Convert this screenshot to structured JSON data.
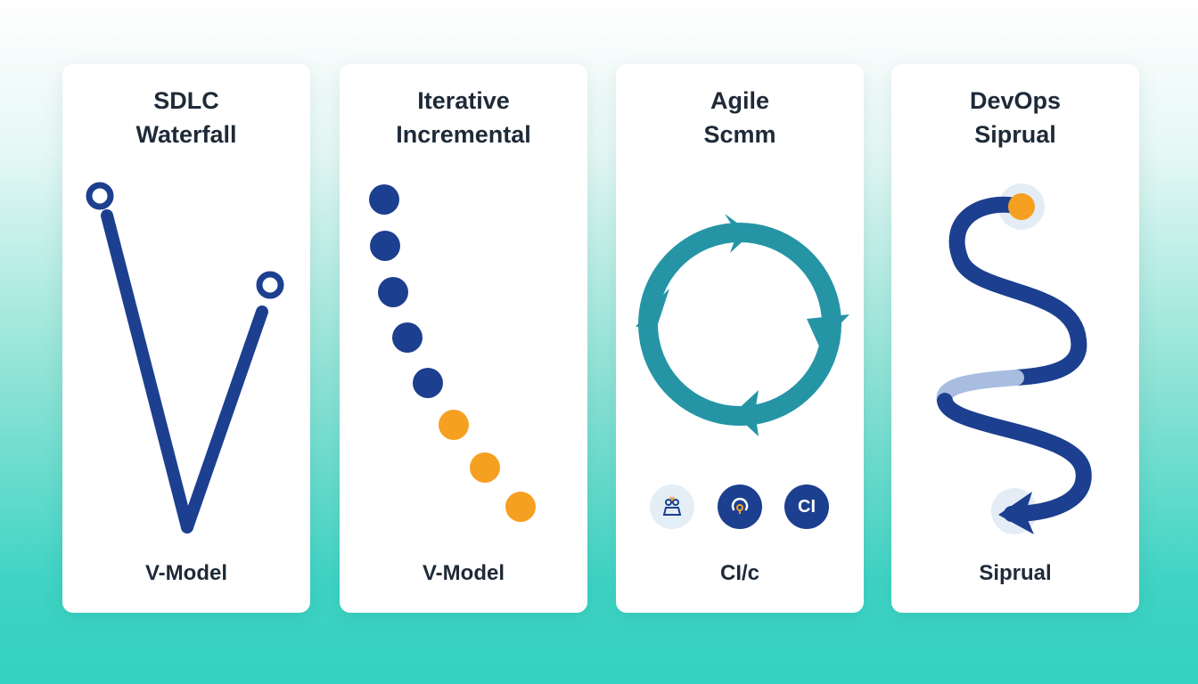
{
  "cards": [
    {
      "title_line1": "SDLC",
      "title_line2": "Waterfall",
      "footer": "V-Model",
      "figure": "v-shape"
    },
    {
      "title_line1": "Iterative",
      "title_line2": "Incremental",
      "footer": "V-Model",
      "figure": "dot-sequence"
    },
    {
      "title_line1": "Agile",
      "title_line2": "Scmm",
      "footer": "CI/c",
      "figure": "cycle-arrows",
      "icons": [
        {
          "name": "team-icon"
        },
        {
          "name": "refresh-icon"
        },
        {
          "name": "ci-badge",
          "label": "CI"
        }
      ]
    },
    {
      "title_line1": "DevOps",
      "title_line2": "Siprual",
      "footer": "Siprual",
      "figure": "spiral-arrow"
    }
  ],
  "colors": {
    "navy": "#1c3f8f",
    "orange": "#f5a021",
    "teal": "#2595a6",
    "light_blue": "#a8bde0",
    "card": "#ffffff",
    "text": "#1e2a38"
  }
}
